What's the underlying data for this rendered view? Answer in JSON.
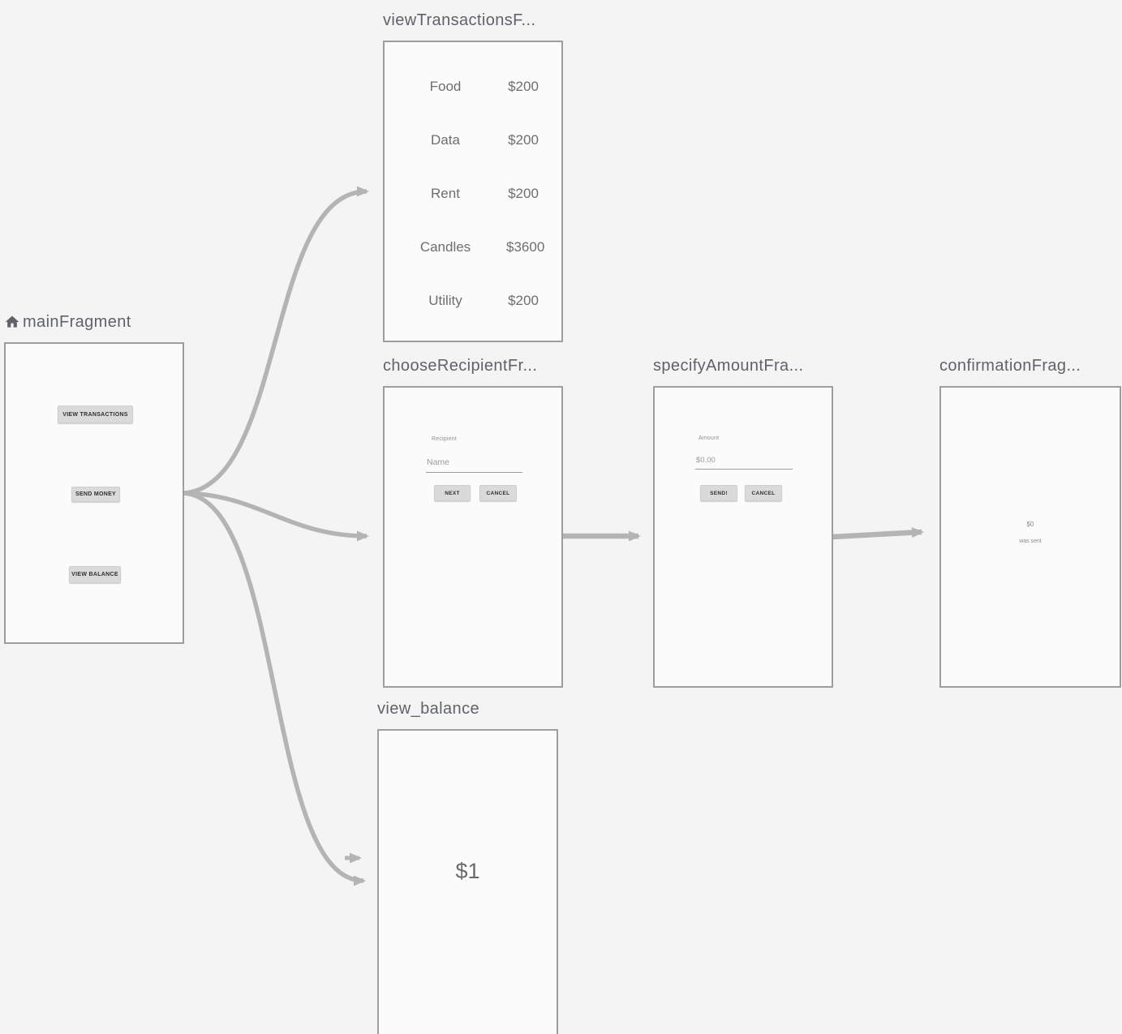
{
  "editor": {
    "name": "navigation graph",
    "start_fragment": "mainFragment"
  },
  "colors": {
    "background": "#f4f4f5",
    "panel_bg": "#fbfbfb",
    "panel_border": "#9e9e9e",
    "arrow": "#b4b4b4",
    "title_text": "#5f6368",
    "preview_text": "#6e6e6e",
    "button_bg": "#dadada"
  },
  "fragments": {
    "main": {
      "title": "mainFragment",
      "buttons": [
        {
          "label": "VIEW TRANSACTIONS"
        },
        {
          "label": "SEND MONEY"
        },
        {
          "label": "VIEW BALANCE"
        }
      ]
    },
    "view_transactions": {
      "title": "viewTransactionsF...",
      "rows": [
        {
          "label": "Food",
          "amount": "$200"
        },
        {
          "label": "Data",
          "amount": "$200"
        },
        {
          "label": "Rent",
          "amount": "$200"
        },
        {
          "label": "Candles",
          "amount": "$3600"
        },
        {
          "label": "Utility",
          "amount": "$200"
        }
      ]
    },
    "choose_recipient": {
      "title": "chooseRecipientFr...",
      "field_label": "Recipient",
      "field_placeholder": "Name",
      "next_label": "NEXT",
      "cancel_label": "CANCEL"
    },
    "specify_amount": {
      "title": "specifyAmountFra...",
      "field_label": "Amount",
      "field_value": "$0.00",
      "send_label": "SEND!",
      "cancel_label": "CANCEL"
    },
    "confirmation": {
      "title": "confirmationFrag...",
      "amount": "$0",
      "message": "was sent"
    },
    "view_balance": {
      "title": "view_balance",
      "balance": "$1"
    }
  },
  "actions": [
    {
      "from": "mainFragment",
      "to": "viewTransactionsFragment"
    },
    {
      "from": "mainFragment",
      "to": "chooseRecipientFragment"
    },
    {
      "from": "mainFragment",
      "to": "view_balance"
    },
    {
      "from": "chooseRecipientFragment",
      "to": "specifyAmountFragment"
    },
    {
      "from": "specifyAmountFragment",
      "to": "confirmationFragment"
    },
    {
      "from": "(global)",
      "to": "view_balance"
    }
  ]
}
